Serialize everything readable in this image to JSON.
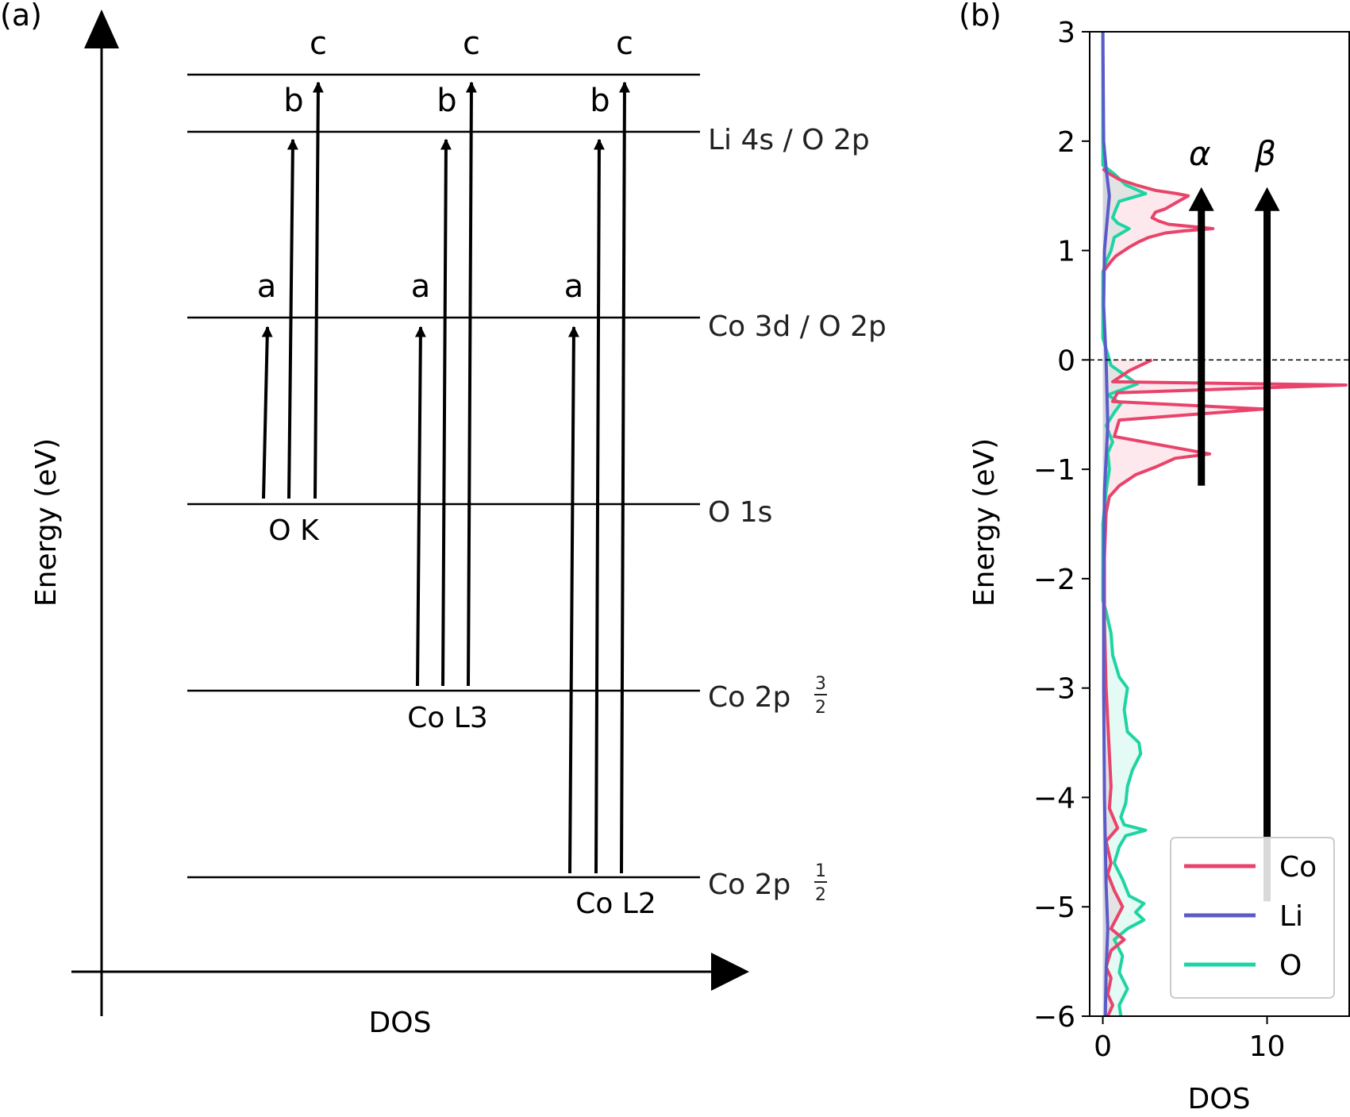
{
  "chart_data": [
    {
      "type": "diagram",
      "panel_label": "(a)",
      "xlabel": "DOS",
      "ylabel": "Energy (eV)",
      "levels": [
        {
          "id": "li4s",
          "label": "Li 4s / O 2p",
          "sup": ""
        },
        {
          "id": "co3d",
          "label": "Co 3d / O 2p",
          "sup": ""
        },
        {
          "id": "o1s",
          "label": "O 1s",
          "sup": ""
        },
        {
          "id": "co2p32",
          "label": "Co 2p",
          "frac_num": "3",
          "frac_den": "2"
        },
        {
          "id": "co2p12",
          "label": "Co 2p",
          "frac_num": "1",
          "frac_den": "2"
        }
      ],
      "edges": [
        {
          "name": "O K",
          "from": "o1s"
        },
        {
          "name": "Co L3",
          "from": "co2p32"
        },
        {
          "name": "Co L2",
          "from": "co2p12"
        }
      ],
      "transition_labels": [
        "a",
        "b",
        "c"
      ]
    },
    {
      "type": "line",
      "panel_label": "(b)",
      "xlabel": "DOS",
      "ylabel": "Energy (eV)",
      "orientation": "energy vertical, DOS horizontal",
      "xlim": [
        -0.8,
        15
      ],
      "ylim": [
        -6,
        3
      ],
      "xticks": [
        "0",
        "10"
      ],
      "yticks": [
        "3",
        "2",
        "1",
        "0",
        "−1",
        "−2",
        "−3",
        "−4",
        "−5",
        "−6"
      ],
      "fermi_line": 0,
      "legend_position": "lower right",
      "series": [
        {
          "name": "Co",
          "color": "#e8446b",
          "points": [
            [
              3.0,
              0.0
            ],
            [
              1.6,
              -0.1
            ],
            [
              0.6,
              -0.2
            ],
            [
              14.8,
              -0.23
            ],
            [
              0.9,
              -0.3
            ],
            [
              0.6,
              -0.38
            ],
            [
              9.8,
              -0.45
            ],
            [
              1.0,
              -0.55
            ],
            [
              0.7,
              -0.7
            ],
            [
              6.5,
              -0.86
            ],
            [
              4.4,
              -0.9
            ],
            [
              3.2,
              -0.98
            ],
            [
              2.0,
              -1.05
            ],
            [
              1.0,
              -1.15
            ],
            [
              0.4,
              -1.25
            ],
            [
              0.2,
              -1.4
            ],
            [
              0.1,
              -1.8
            ],
            [
              0.1,
              -2.4
            ],
            [
              0.2,
              -3.0
            ],
            [
              0.4,
              -3.6
            ],
            [
              0.5,
              -3.9
            ],
            [
              0.4,
              -4.1
            ],
            [
              0.9,
              -4.28
            ],
            [
              0.2,
              -4.4
            ],
            [
              0.5,
              -4.6
            ],
            [
              0.3,
              -4.7
            ],
            [
              0.7,
              -4.85
            ],
            [
              1.2,
              -5.0
            ],
            [
              0.5,
              -5.2
            ],
            [
              1.3,
              -5.3
            ],
            [
              0.5,
              -5.4
            ],
            [
              0.2,
              -5.55
            ],
            [
              0.5,
              -5.65
            ],
            [
              0.3,
              -5.8
            ],
            [
              0.6,
              -5.9
            ],
            [
              0.3,
              -6.0
            ]
          ],
          "points_upper": [
            [
              0.0,
              1.75
            ],
            [
              0.2,
              1.72
            ],
            [
              1.0,
              1.65
            ],
            [
              2.0,
              1.6
            ],
            [
              3.2,
              1.55
            ],
            [
              4.5,
              1.52
            ],
            [
              5.2,
              1.5
            ],
            [
              4.6,
              1.45
            ],
            [
              3.8,
              1.38
            ],
            [
              3.2,
              1.35
            ],
            [
              3.0,
              1.3
            ],
            [
              3.4,
              1.27
            ],
            [
              4.0,
              1.24
            ],
            [
              6.7,
              1.2
            ],
            [
              5.0,
              1.18
            ],
            [
              3.8,
              1.16
            ],
            [
              2.8,
              1.12
            ],
            [
              2.2,
              1.08
            ],
            [
              1.6,
              1.03
            ],
            [
              1.2,
              0.99
            ],
            [
              0.8,
              0.95
            ],
            [
              0.5,
              0.9
            ],
            [
              0.2,
              0.84
            ],
            [
              0.0,
              0.8
            ]
          ]
        },
        {
          "name": "Li",
          "color": "#5b5bc8",
          "points": [
            [
              0.0,
              3.0
            ],
            [
              0.05,
              2.0
            ],
            [
              0.2,
              1.75
            ],
            [
              0.4,
              1.5
            ],
            [
              0.1,
              1.0
            ],
            [
              0.05,
              0.5
            ],
            [
              0.2,
              0.0
            ],
            [
              0.3,
              -0.6
            ],
            [
              0.1,
              -1.2
            ],
            [
              0.05,
              -2.0
            ],
            [
              0.05,
              -3.0
            ],
            [
              0.1,
              -4.0
            ],
            [
              0.2,
              -4.8
            ],
            [
              0.3,
              -5.2
            ],
            [
              0.2,
              -5.6
            ],
            [
              0.15,
              -6.0
            ]
          ]
        },
        {
          "name": "O",
          "color": "#1fd4a3",
          "points": [
            [
              0.0,
              3.0
            ],
            [
              0.0,
              2.0
            ],
            [
              0.0,
              1.78
            ],
            [
              0.7,
              1.7
            ],
            [
              1.4,
              1.6
            ],
            [
              2.6,
              1.52
            ],
            [
              1.0,
              1.45
            ],
            [
              0.8,
              1.38
            ],
            [
              0.6,
              1.3
            ],
            [
              0.9,
              1.25
            ],
            [
              1.6,
              1.2
            ],
            [
              0.7,
              1.12
            ],
            [
              0.5,
              1.0
            ],
            [
              0.2,
              0.9
            ],
            [
              0.0,
              0.8
            ],
            [
              0.0,
              0.2
            ],
            [
              0.3,
              0.05
            ],
            [
              0.5,
              -0.05
            ],
            [
              2.1,
              -0.22
            ],
            [
              0.3,
              -0.32
            ],
            [
              1.1,
              -0.4
            ],
            [
              0.7,
              -0.48
            ],
            [
              0.2,
              -0.6
            ],
            [
              0.6,
              -0.75
            ],
            [
              0.3,
              -0.85
            ],
            [
              0.4,
              -1.0
            ],
            [
              0.2,
              -1.2
            ],
            [
              0.1,
              -1.35
            ],
            [
              0.0,
              -1.5
            ],
            [
              0.0,
              -2.2
            ],
            [
              0.2,
              -2.3
            ],
            [
              0.5,
              -2.5
            ],
            [
              0.6,
              -2.7
            ],
            [
              1.0,
              -2.9
            ],
            [
              1.5,
              -3.0
            ],
            [
              1.3,
              -3.2
            ],
            [
              1.5,
              -3.4
            ],
            [
              2.2,
              -3.5
            ],
            [
              2.3,
              -3.6
            ],
            [
              1.8,
              -3.75
            ],
            [
              1.5,
              -3.9
            ],
            [
              1.4,
              -4.05
            ],
            [
              1.1,
              -4.18
            ],
            [
              1.3,
              -4.25
            ],
            [
              2.6,
              -4.3
            ],
            [
              1.4,
              -4.35
            ],
            [
              1.0,
              -4.45
            ],
            [
              0.7,
              -4.6
            ],
            [
              1.2,
              -4.75
            ],
            [
              1.6,
              -4.9
            ],
            [
              2.5,
              -4.97
            ],
            [
              2.0,
              -5.05
            ],
            [
              2.5,
              -5.12
            ],
            [
              1.5,
              -5.2
            ],
            [
              0.7,
              -5.3
            ],
            [
              1.2,
              -5.45
            ],
            [
              1.0,
              -5.6
            ],
            [
              1.5,
              -5.75
            ],
            [
              1.0,
              -5.9
            ],
            [
              1.1,
              -6.0
            ]
          ]
        }
      ],
      "annotations": [
        {
          "label": "α",
          "x": 6.0,
          "y_from": -1.15,
          "y_to": 1.55
        },
        {
          "label": "β",
          "x": 10.0,
          "y_from": -4.95,
          "y_to": 1.55
        }
      ]
    }
  ]
}
